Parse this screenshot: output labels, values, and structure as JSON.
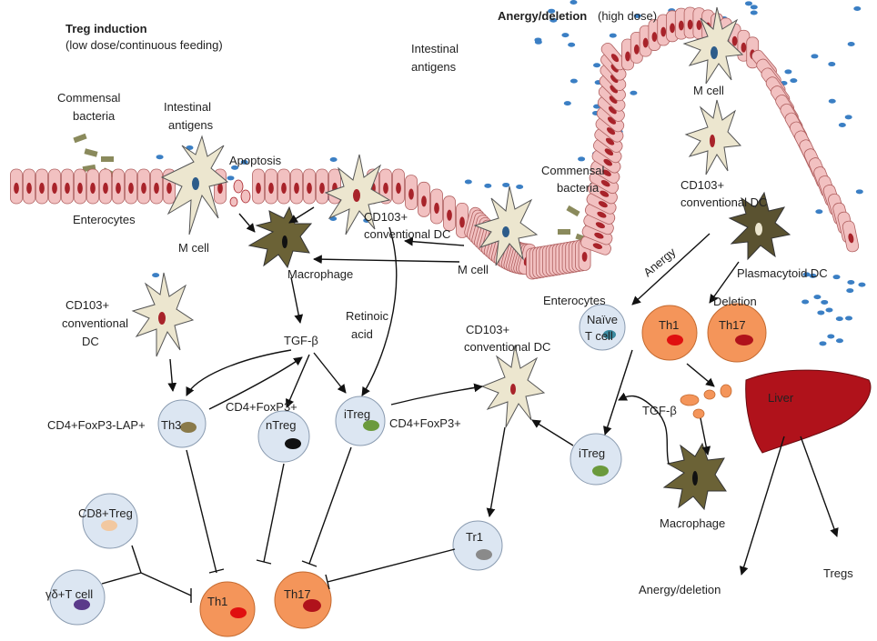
{
  "left_panel": {
    "title": "Treg induction",
    "subtitle": "(low dose/continuous feeding)",
    "intestinal_antigens_top": [
      "Intestinal",
      "antigens"
    ],
    "commensal_bacteria": [
      "Commensal",
      "bacteria"
    ],
    "intestinal_antigens_mcell": [
      "Intestinal",
      "antigens"
    ],
    "apoptosis": "Apoptosis",
    "enterocytes": "Enterocytes",
    "m_cell": "M cell",
    "cd103_dc_upper": [
      "CD103+",
      "conventional DC"
    ],
    "m_cell_lower": "M cell",
    "macrophage": "Macrophage",
    "cd103_dc_left": [
      "CD103+",
      "conventional",
      "DC"
    ],
    "tgf_beta": "TGF-β",
    "retinoic_acid": [
      "Retinoic",
      "acid"
    ],
    "th3_label": "CD4+FoxP3-LAP+",
    "th3": "Th3",
    "ntreg_label": "CD4+FoxP3+",
    "ntreg": "nTreg",
    "itreg": "iTreg",
    "itreg_label": "CD4+FoxP3+",
    "cd103_dc_mid": [
      "CD103+",
      "conventional DC"
    ],
    "cd8_treg": "CD8+Treg",
    "gd_t_cell": "γδ+T cell",
    "tr1": "Tr1",
    "th1": "Th1",
    "th17": "Th17"
  },
  "right_panel": {
    "title": "Anergy/deletion",
    "subtitle": "(high dose)",
    "m_cell": "M cell",
    "cd103_dc": [
      "CD103+",
      "conventional DC"
    ],
    "commensal_bacteria": [
      "Commensal",
      "bacteria"
    ],
    "enterocytes": "Enterocytes",
    "plasmacytoid_dc": "Plasmacytoid DC",
    "anergy": "Anergy",
    "deletion": "Deletion",
    "naive_t_cell": [
      "Naïve",
      "T cell"
    ],
    "th1": "Th1",
    "th17": "Th17",
    "liver": "Liver",
    "tgf_beta": "TGF-β",
    "itreg": "iTreg",
    "macrophage": "Macrophage",
    "anergy_deletion": "Anergy/deletion",
    "tregs": "Tregs"
  },
  "colors": {
    "enterocyte_fill": "#f2c1c1",
    "enterocyte_nucleus": "#a8232a",
    "antigen_blue": "#3b7fc4",
    "bacteria": "#8a8a5c",
    "dc_fill": "#ece6cf",
    "macrophage_fill": "#6b6236",
    "tcell_fill": "#dce6f2",
    "effector_fill": "#f4955a",
    "liver": "#b0121b",
    "red_dot": "#e01010",
    "green_dot": "#6b9a3c"
  }
}
